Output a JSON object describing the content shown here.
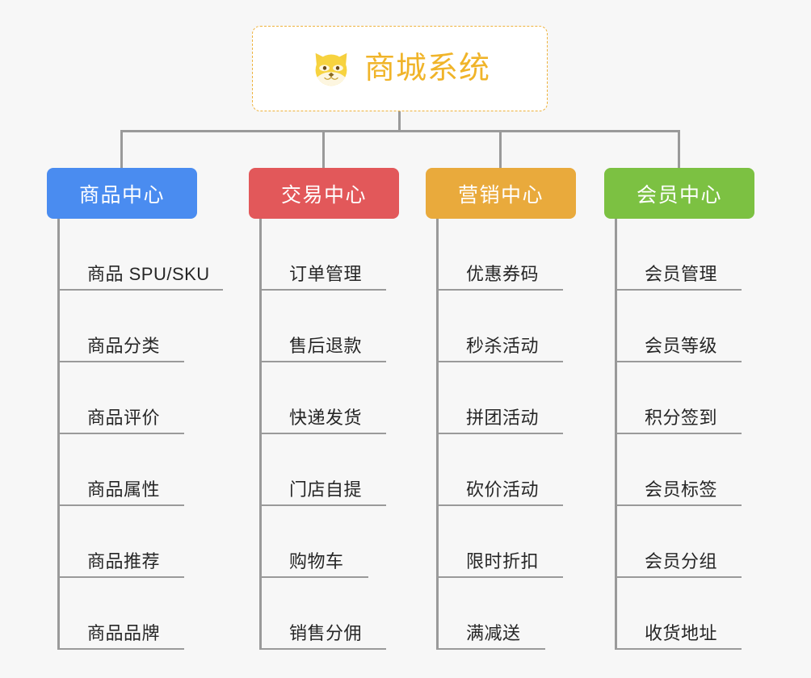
{
  "page": {
    "background_color": "#f7f7f7",
    "type": "mindmap",
    "orientation": "top-down"
  },
  "root": {
    "title": "商城系统",
    "icon": "shiba-dog-face-emoji",
    "text_color": "#f0b429",
    "border_color": "#eeb23c",
    "border_style": "dashed",
    "background_color": "#ffffff"
  },
  "connector": {
    "color": "#9a9a9a"
  },
  "branches": [
    {
      "label": "商品中心",
      "color": "#4a8cf0",
      "items": [
        "商品 SPU/SKU",
        "商品分类",
        "商品评价",
        "商品属性",
        "商品推荐",
        "商品品牌"
      ]
    },
    {
      "label": "交易中心",
      "color": "#e2585a",
      "items": [
        "订单管理",
        "售后退款",
        "快递发货",
        "门店自提",
        "购物车",
        "销售分佣"
      ]
    },
    {
      "label": "营销中心",
      "color": "#e9aa3c",
      "items": [
        "优惠券码",
        "秒杀活动",
        "拼团活动",
        "砍价活动",
        "限时折扣",
        "满减送"
      ]
    },
    {
      "label": "会员中心",
      "color": "#7cc142",
      "items": [
        "会员管理",
        "会员等级",
        "积分签到",
        "会员标签",
        "会员分组",
        "收货地址"
      ]
    }
  ]
}
